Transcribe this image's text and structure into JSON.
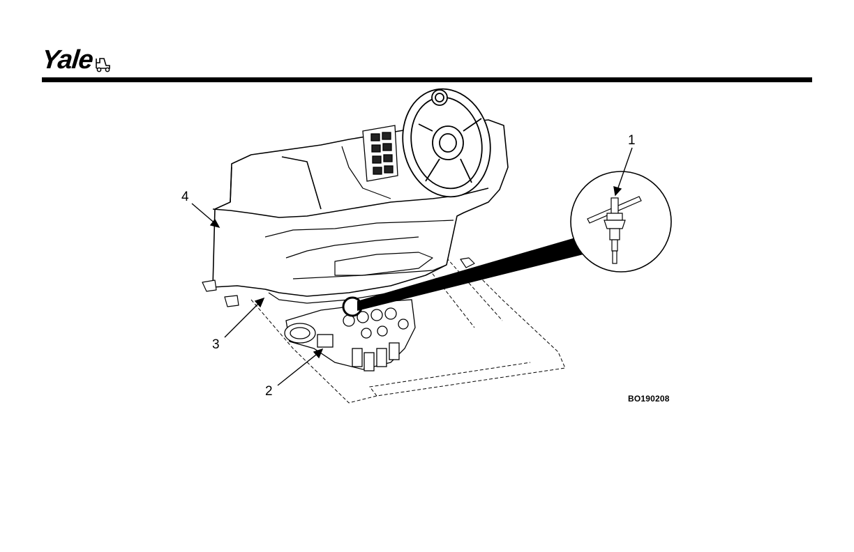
{
  "header": {
    "brand": "Yale",
    "brand_icon": "forklift-icon"
  },
  "figure": {
    "callouts": [
      {
        "id": "1",
        "label": "1"
      },
      {
        "id": "2",
        "label": "2"
      },
      {
        "id": "3",
        "label": "3"
      },
      {
        "id": "4",
        "label": "4"
      }
    ],
    "code": "BO190208",
    "detail_icon": "t-handle-valve-icon"
  }
}
